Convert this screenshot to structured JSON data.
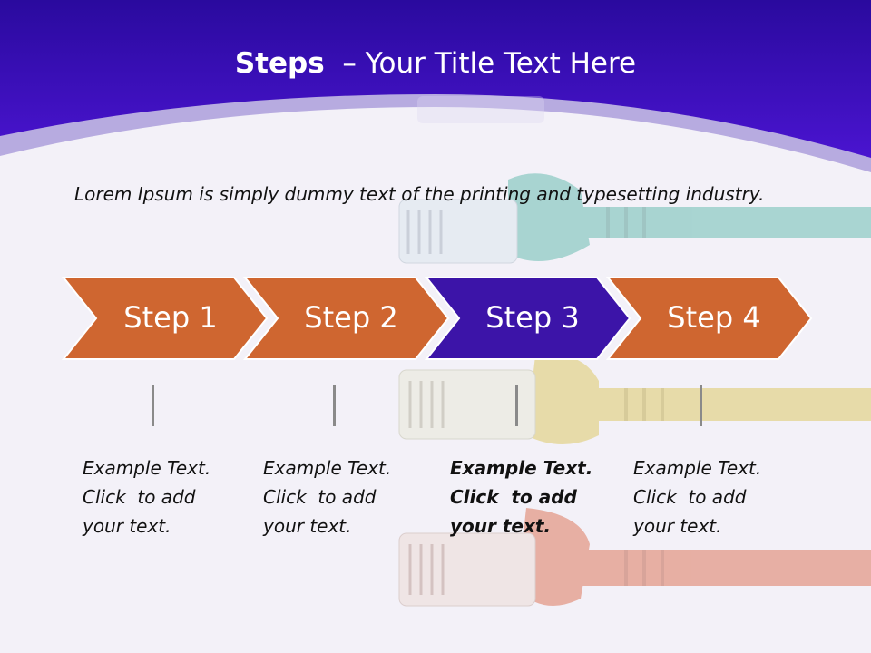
{
  "slide": {
    "title_bold": "Steps",
    "title_rest": "  – Your Title Text Here",
    "subtitle": "Lorem Ipsum is simply dummy text of the printing and typesetting industry."
  },
  "steps": [
    {
      "label": "Step 1",
      "desc_line1": "Example Text.",
      "desc_line2": "Click  to add",
      "desc_line3": "your text.",
      "active": false
    },
    {
      "label": "Step 2",
      "desc_line1": "Example Text.",
      "desc_line2": "Click  to add",
      "desc_line3": "your text.",
      "active": false
    },
    {
      "label": "Step 3",
      "desc_line1": "Example Text.",
      "desc_line2": "Click  to add",
      "desc_line3": "your text.",
      "active": true
    },
    {
      "label": "Step 4",
      "desc_line1": "Example Text.",
      "desc_line2": "Click  to add",
      "desc_line3": "your text.",
      "active": false
    }
  ],
  "colors": {
    "header": "#3a0fb8",
    "chevron": "#cf6630",
    "chevron_active": "#3c14a8",
    "cable_teal": "#4fb3a4",
    "cable_yellow": "#d9c24a",
    "cable_red": "#d9603e"
  }
}
